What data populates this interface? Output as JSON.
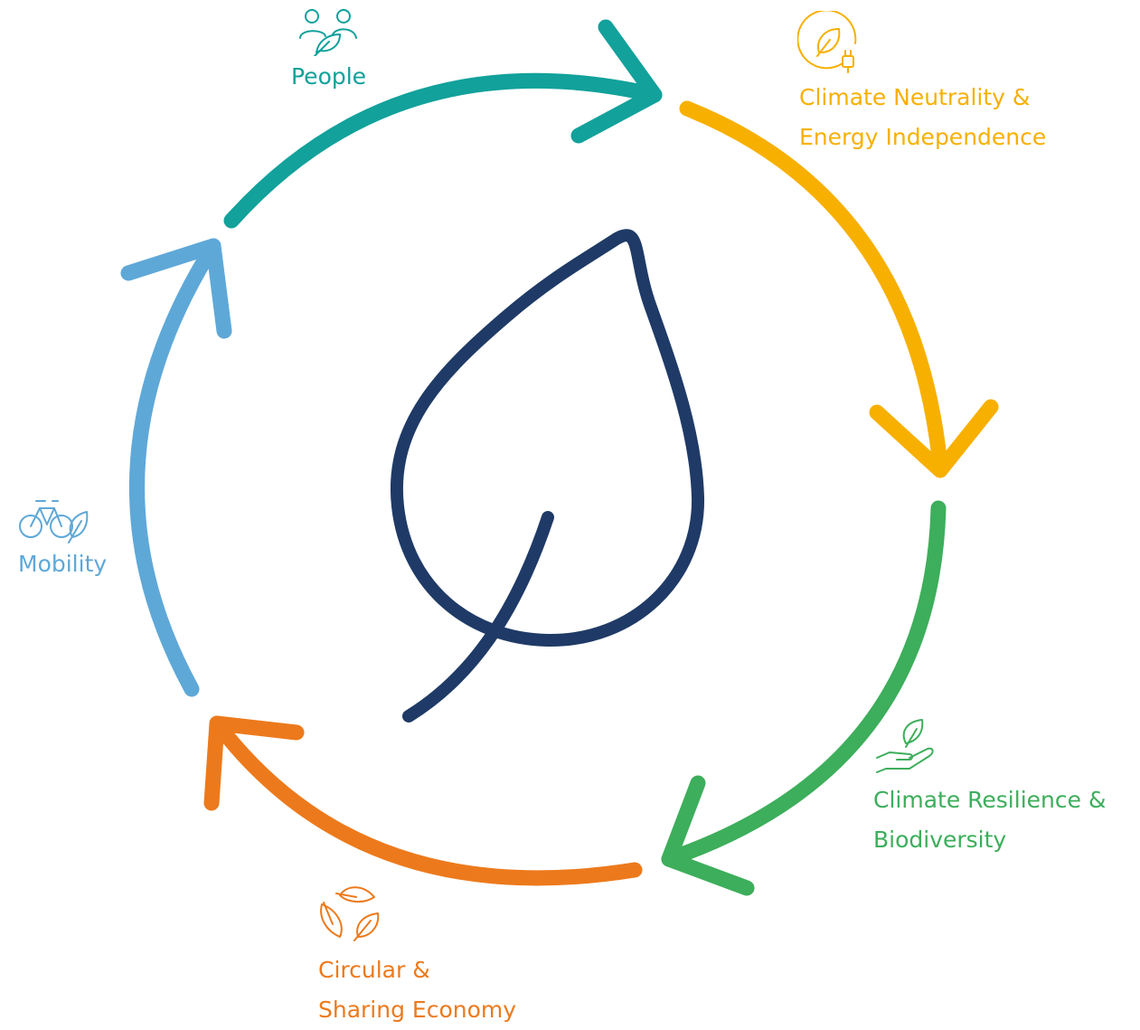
{
  "colors": {
    "people": "#12A19B",
    "climate_neutrality": "#F7B000",
    "resilience": "#3DAE5B",
    "circular": "#EC7A1C",
    "mobility": "#5EA8D8",
    "leaf": "#1F3A66"
  },
  "center_icon": "leaf-icon",
  "segments": [
    {
      "id": "people",
      "lines": [
        "People"
      ],
      "icon": "people-leaf-icon"
    },
    {
      "id": "climate_neutrality",
      "lines": [
        "Climate Neutrality &",
        "Energy Independence"
      ],
      "icon": "leaf-plug-icon"
    },
    {
      "id": "resilience",
      "lines": [
        "Climate Resilience &",
        "Biodiversity"
      ],
      "icon": "hand-sprout-icon"
    },
    {
      "id": "circular",
      "lines": [
        "Circular &",
        "Sharing Economy"
      ],
      "icon": "recycle-leaves-icon"
    },
    {
      "id": "mobility",
      "lines": [
        "Mobility"
      ],
      "icon": "bicycle-leaf-icon"
    }
  ]
}
